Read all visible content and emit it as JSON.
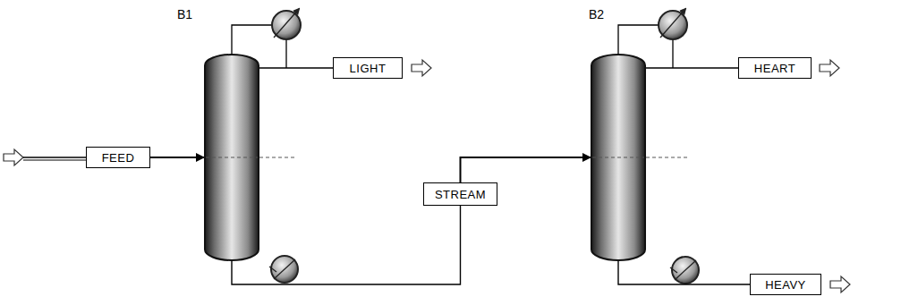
{
  "diagram": {
    "nodes": [
      {
        "text": [
          "B1"
        ]
      },
      {
        "text": [
          "FEED"
        ]
      },
      {
        "text": [
          "LIGHT"
        ]
      },
      {
        "text": [
          "STREAM"
        ]
      },
      {
        "text": [
          "B2"
        ]
      },
      {
        "text": [
          "HEART"
        ]
      },
      {
        "text": [
          "HEAVY"
        ]
      }
    ],
    "edges": [
      {
        "from": 1,
        "to": 0,
        "arrow": "to"
      },
      {
        "from": 0,
        "to": 2,
        "arrow": "none"
      },
      {
        "from": 0,
        "to": 3,
        "arrow": "none"
      },
      {
        "from": 3,
        "to": 4,
        "arrow": "to"
      },
      {
        "from": 4,
        "to": 5,
        "arrow": "none"
      },
      {
        "from": 4,
        "to": 6,
        "arrow": "none"
      }
    ]
  }
}
